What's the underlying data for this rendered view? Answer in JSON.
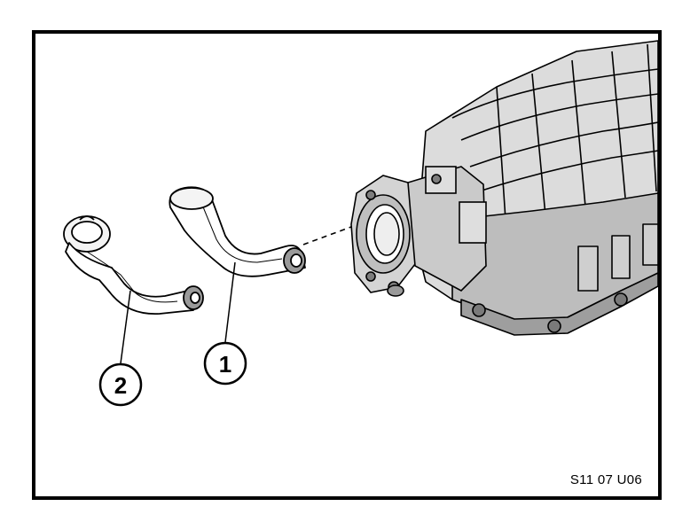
{
  "figure": {
    "code": "S11 07 U06",
    "callouts": [
      {
        "id": "1",
        "label": "1"
      },
      {
        "id": "2",
        "label": "2"
      }
    ]
  },
  "colors": {
    "line": "#000000",
    "background": "#ffffff",
    "shade_light": "#d9d9d9",
    "shade_mid": "#a6a6a6",
    "shade_dark": "#5a5a5a"
  },
  "icons": {
    "hose_1": "breather-hose-icon",
    "hose_2": "breather-pipe-icon",
    "manifold": "intake-manifold-icon"
  }
}
